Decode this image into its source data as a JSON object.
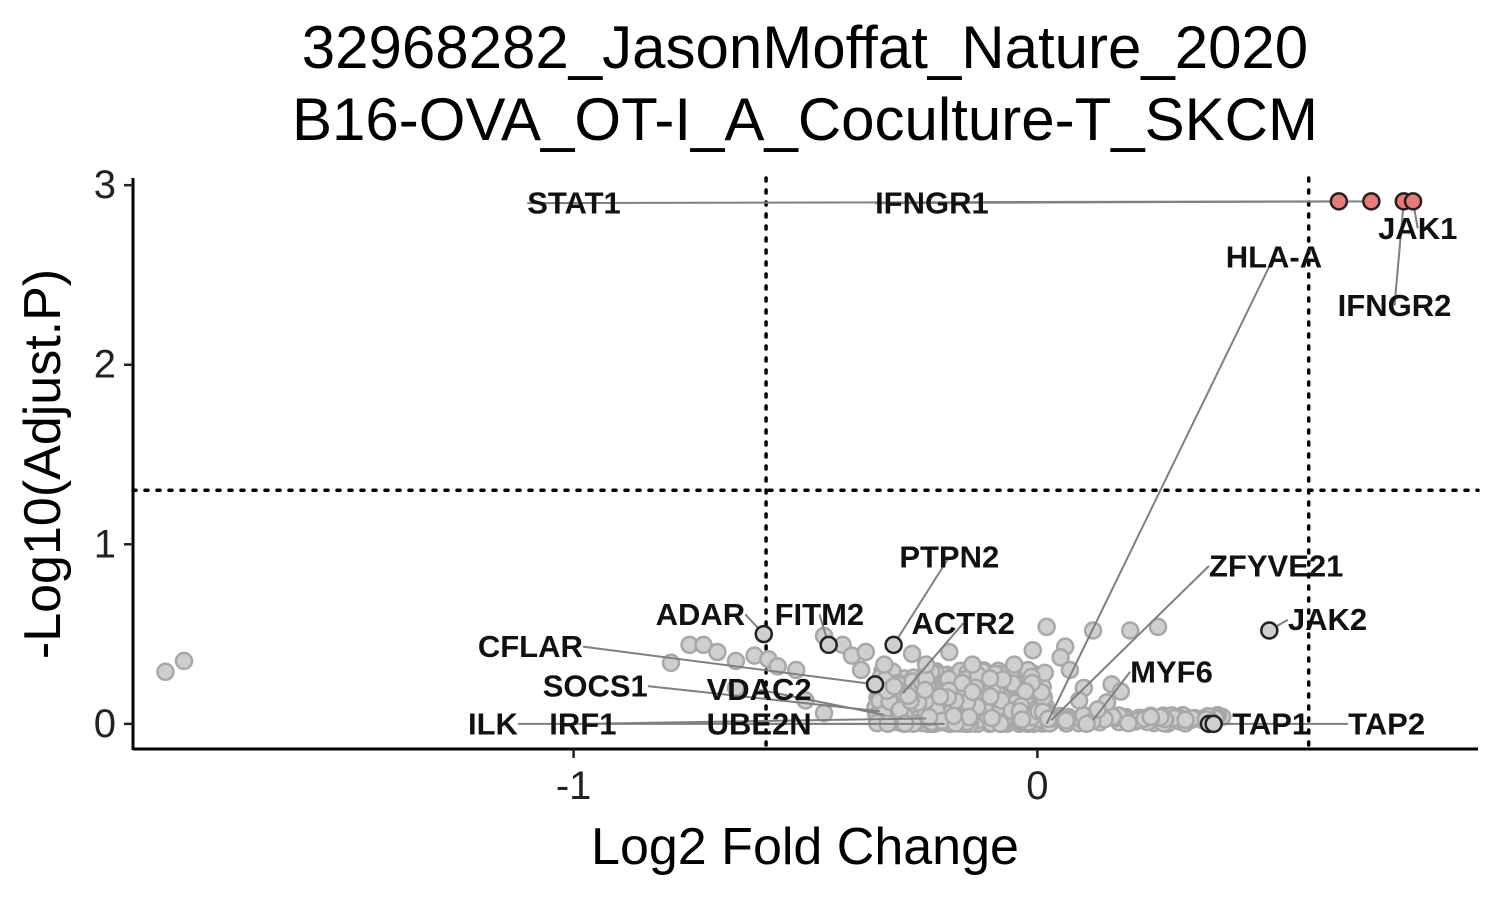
{
  "chart_data": {
    "type": "scatter",
    "title_lines": [
      "32968282_JasonMoffat_Nature_2020",
      "B16-OVA_OT-I_A_Coculture-T_SKCM"
    ],
    "xlabel": "Log2 Fold Change",
    "ylabel": "-Log10(Adjust.P)",
    "xlim": [
      -1.95,
      0.95
    ],
    "ylim": [
      -0.14,
      3.04
    ],
    "x_ticks": [
      -1,
      0
    ],
    "x_tick_labels": [
      "-1",
      "0"
    ],
    "y_ticks": [
      0,
      1,
      2,
      3
    ],
    "y_tick_labels": [
      "0",
      "1",
      "2",
      "3"
    ],
    "thresholds": {
      "x": [
        -0.585,
        0.585
      ],
      "y": 1.301
    },
    "grid": false,
    "legend": "none",
    "colors": {
      "significant_fill": "#E87A7A",
      "background_fill": "#CFCFCF",
      "background_stroke": "#A8A8A8",
      "labeled_stroke": "#222222",
      "leader": "#808080"
    },
    "significant_points": [
      {
        "x": 0.65,
        "y": 2.91
      },
      {
        "x": 0.72,
        "y": 2.91
      },
      {
        "x": 0.79,
        "y": 2.91
      },
      {
        "x": 0.81,
        "y": 2.91
      }
    ],
    "labeled_points": [
      {
        "x": -0.59,
        "y": 0.5
      },
      {
        "x": -0.45,
        "y": 0.44
      },
      {
        "x": -0.31,
        "y": 0.44
      },
      {
        "x": -0.35,
        "y": 0.22
      },
      {
        "x": 0.5,
        "y": 0.52
      },
      {
        "x": 0.37,
        "y": 0.0
      },
      {
        "x": 0.38,
        "y": 0.0
      }
    ],
    "background_points": [
      {
        "x": -1.88,
        "y": 0.29
      },
      {
        "x": -1.84,
        "y": 0.35
      },
      {
        "x": -0.79,
        "y": 0.34
      },
      {
        "x": -0.75,
        "y": 0.44
      },
      {
        "x": -0.72,
        "y": 0.44
      },
      {
        "x": -0.69,
        "y": 0.4
      },
      {
        "x": -0.65,
        "y": 0.35
      },
      {
        "x": -0.61,
        "y": 0.38
      },
      {
        "x": -0.58,
        "y": 0.36
      },
      {
        "x": -0.46,
        "y": 0.49
      },
      {
        "x": -0.42,
        "y": 0.44
      },
      {
        "x": -0.4,
        "y": 0.38
      },
      {
        "x": -0.37,
        "y": 0.4
      },
      {
        "x": -0.27,
        "y": 0.39
      },
      {
        "x": -0.19,
        "y": 0.4
      },
      {
        "x": -0.01,
        "y": 0.41
      },
      {
        "x": 0.02,
        "y": 0.54
      },
      {
        "x": 0.06,
        "y": 0.43
      },
      {
        "x": 0.05,
        "y": 0.37
      },
      {
        "x": 0.12,
        "y": 0.52
      },
      {
        "x": 0.2,
        "y": 0.52
      },
      {
        "x": 0.26,
        "y": 0.54
      },
      {
        "x": 0.16,
        "y": 0.22
      },
      {
        "x": 0.15,
        "y": 0.12
      },
      {
        "x": 0.13,
        "y": 0.08
      },
      {
        "x": 0.1,
        "y": 0.2
      },
      {
        "x": -0.65,
        "y": 0.2
      },
      {
        "x": -0.5,
        "y": 0.13
      },
      {
        "x": -0.46,
        "y": 0.06
      },
      {
        "x": -0.56,
        "y": 0.32
      },
      {
        "x": -0.52,
        "y": 0.3
      },
      {
        "x": -0.38,
        "y": 0.3
      },
      {
        "x": -0.33,
        "y": 0.33
      },
      {
        "x": -0.24,
        "y": 0.33
      },
      {
        "x": -0.14,
        "y": 0.33
      },
      {
        "x": -0.05,
        "y": 0.33
      },
      {
        "x": 0.07,
        "y": 0.3
      },
      {
        "x": 0.09,
        "y": 0.13
      },
      {
        "x": 0.18,
        "y": 0.18
      }
    ],
    "cluster_cloud": {
      "core": {
        "x_min": -0.35,
        "x_max": 0.02,
        "y_min": 0.0,
        "y_max": 0.3
      },
      "tail": {
        "x_min": 0.02,
        "x_max": 0.4,
        "y_min": 0.0,
        "y_max": 0.05
      }
    },
    "annotations": [
      {
        "text": "STAT1",
        "label_x": -1.1,
        "label_y": 2.9,
        "point_x": 0.65,
        "point_y": 2.91,
        "anchor": "start"
      },
      {
        "text": "IFNGR1",
        "label_x": -0.35,
        "label_y": 2.9,
        "point_x": 0.72,
        "point_y": 2.91,
        "anchor": "start"
      },
      {
        "text": "JAK1",
        "label_x": 0.82,
        "label_y": 2.76,
        "point_x": 0.81,
        "point_y": 2.91,
        "anchor": "middle"
      },
      {
        "text": "HLA-A",
        "label_x": 0.51,
        "label_y": 2.6,
        "point_x": 0.02,
        "point_y": 0.0,
        "anchor": "middle"
      },
      {
        "text": "IFNGR2",
        "label_x": 0.77,
        "label_y": 2.33,
        "point_x": 0.79,
        "point_y": 2.91,
        "anchor": "middle"
      },
      {
        "text": "PTPN2",
        "label_x": -0.19,
        "label_y": 0.93,
        "point_x": -0.31,
        "point_y": 0.44,
        "anchor": "middle"
      },
      {
        "text": "ZFYVE21",
        "label_x": 0.37,
        "label_y": 0.88,
        "point_x": 0.03,
        "point_y": 0.02,
        "anchor": "start"
      },
      {
        "text": "ADAR",
        "label_x": -0.63,
        "label_y": 0.61,
        "point_x": -0.59,
        "point_y": 0.5,
        "anchor": "end"
      },
      {
        "text": "FITM2",
        "label_x": -0.47,
        "label_y": 0.61,
        "point_x": -0.45,
        "point_y": 0.44,
        "anchor": "middle"
      },
      {
        "text": "JAK2",
        "label_x": 0.54,
        "label_y": 0.58,
        "point_x": 0.5,
        "point_y": 0.52,
        "anchor": "start"
      },
      {
        "text": "ACTR2",
        "label_x": -0.16,
        "label_y": 0.56,
        "point_x": -0.29,
        "point_y": 0.17,
        "anchor": "middle"
      },
      {
        "text": "CFLAR",
        "label_x": -0.98,
        "label_y": 0.43,
        "point_x": -0.35,
        "point_y": 0.22,
        "anchor": "end"
      },
      {
        "text": "MYF6",
        "label_x": 0.2,
        "label_y": 0.29,
        "point_x": 0.12,
        "point_y": 0.02,
        "anchor": "start"
      },
      {
        "text": "SOCS1",
        "label_x": -0.84,
        "label_y": 0.21,
        "point_x": -0.34,
        "point_y": 0.07,
        "anchor": "end"
      },
      {
        "text": "VDAC2",
        "label_x": -0.6,
        "label_y": 0.19,
        "point_x": -0.33,
        "point_y": 0.05,
        "anchor": "middle"
      },
      {
        "text": "ILK",
        "label_x": -1.12,
        "label_y": 0.0,
        "point_x": -0.35,
        "point_y": 0.0,
        "anchor": "end"
      },
      {
        "text": "IRF1",
        "label_x": -0.98,
        "label_y": 0.0,
        "point_x": -0.24,
        "point_y": 0.03,
        "anchor": "middle"
      },
      {
        "text": "UBE2N",
        "label_x": -0.6,
        "label_y": 0.0,
        "point_x": -0.2,
        "point_y": 0.0,
        "anchor": "middle"
      },
      {
        "text": "TAP1",
        "label_x": 0.42,
        "label_y": 0.0,
        "point_x": 0.37,
        "point_y": 0.0,
        "anchor": "start"
      },
      {
        "text": "TAP2",
        "label_x": 0.67,
        "label_y": 0.0,
        "point_x": 0.38,
        "point_y": 0.0,
        "anchor": "start"
      }
    ]
  }
}
